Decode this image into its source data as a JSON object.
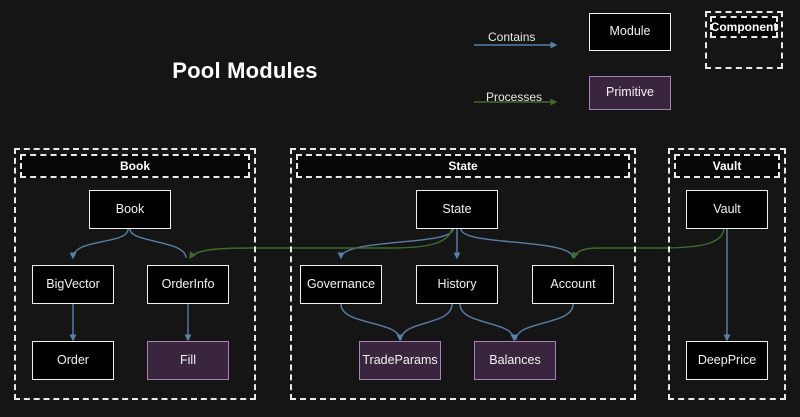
{
  "diagram": {
    "title": "Pool Modules",
    "background_color": "#151515",
    "module_fill": "#000000",
    "module_stroke": "#f0f0f0",
    "primitive_fill": "#39253e",
    "primitive_stroke": "#a783b4",
    "contains_color": "#5a7fa8",
    "processes_color": "#3f6b2a",
    "group_border_color": "#e9e9e9"
  },
  "legend": {
    "contains_label": "Contains",
    "processes_label": "Processes",
    "module_sample_label": "Module",
    "primitive_sample_label": "Primitive",
    "component_sample_label": "Component"
  },
  "groups": [
    {
      "id": "book",
      "label": "Book"
    },
    {
      "id": "state",
      "label": "State"
    },
    {
      "id": "vault",
      "label": "Vault"
    }
  ],
  "nodes": {
    "book": "Book",
    "bigvector": "BigVector",
    "orderinfo": "OrderInfo",
    "order": "Order",
    "fill": "Fill",
    "state": "State",
    "governance": "Governance",
    "history": "History",
    "account": "Account",
    "tradeparams": "TradeParams",
    "balances": "Balances",
    "vault": "Vault",
    "deepprice": "DeepPrice"
  },
  "edges": [
    {
      "from": "book",
      "to": "bigvector",
      "type": "contains"
    },
    {
      "from": "book",
      "to": "orderinfo",
      "type": "contains"
    },
    {
      "from": "bigvector",
      "to": "order",
      "type": "contains"
    },
    {
      "from": "orderinfo",
      "to": "fill",
      "type": "contains"
    },
    {
      "from": "state",
      "to": "governance",
      "type": "contains"
    },
    {
      "from": "state",
      "to": "history",
      "type": "contains"
    },
    {
      "from": "state",
      "to": "account",
      "type": "contains"
    },
    {
      "from": "governance",
      "to": "tradeparams",
      "type": "contains"
    },
    {
      "from": "history",
      "to": "tradeparams",
      "type": "contains"
    },
    {
      "from": "history",
      "to": "balances",
      "type": "contains"
    },
    {
      "from": "account",
      "to": "balances",
      "type": "contains"
    },
    {
      "from": "vault",
      "to": "deepprice",
      "type": "contains"
    },
    {
      "from": "vault",
      "to": "account",
      "type": "processes"
    },
    {
      "from": "state",
      "to": "orderinfo",
      "type": "processes"
    }
  ]
}
